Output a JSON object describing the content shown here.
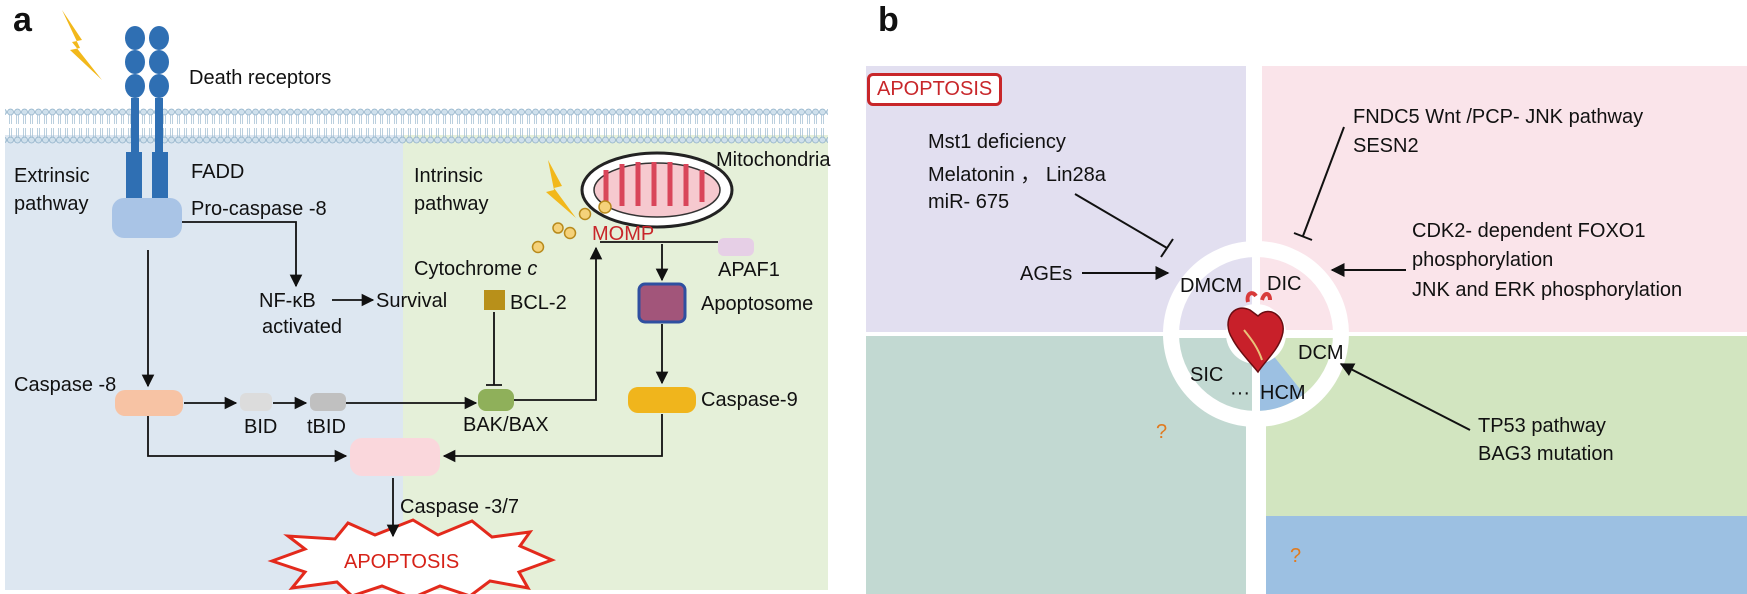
{
  "panel_a": {
    "letter": "a",
    "death_receptors": "Death receptors",
    "extrinsic_line1": "Extrinsic",
    "extrinsic_line2": "pathway",
    "fadd": "FADD",
    "procaspase8": "Pro-caspase -8",
    "intrinsic_line1": "Intrinsic",
    "intrinsic_line2": "pathway",
    "mitochondria": "Mitochondria",
    "momp": "MOMP",
    "apaf1": "APAF1",
    "cytochrome": "Cytochrome ",
    "cytochrome_c": "c",
    "nfkb": "NF-κB",
    "activated": "activated",
    "survival": "Survival",
    "bcl2": "BCL-2",
    "apoptosome": "Apoptosome",
    "caspase8": "Caspase -8",
    "bid": "BID",
    "tbid": "tBID",
    "bakbax": "BAK/BAX",
    "caspase9": "Caspase-9",
    "caspase37": "Caspase -3/7",
    "apoptosis": "APOPTOSIS"
  },
  "panel_b": {
    "letter": "b",
    "apoptosis_box": "APOPTOSIS",
    "tl_line1": "Mst1 deficiency",
    "tl_line2": "Melatonin ， Lin28a",
    "tl_line3": "miR- 675",
    "ages": "AGEs",
    "tr_line1": "FNDC5 Wnt /PCP- JNK pathway",
    "tr_line2": "SESN2",
    "cdk_line1": "CDK2- dependent FOXO1",
    "cdk_line2": "phosphorylation",
    "cdk_line3": "JNK and ERK phosphorylation",
    "dmcm": "DMCM",
    "dic": "DIC",
    "sic": "SIC",
    "dcm": "DCM",
    "hcm": "HCM",
    "dots": "···",
    "tp53_line1": "TP53 pathway",
    "tp53_line2": "BAG3 mutation",
    "q_left": "?",
    "q_right": "?"
  }
}
